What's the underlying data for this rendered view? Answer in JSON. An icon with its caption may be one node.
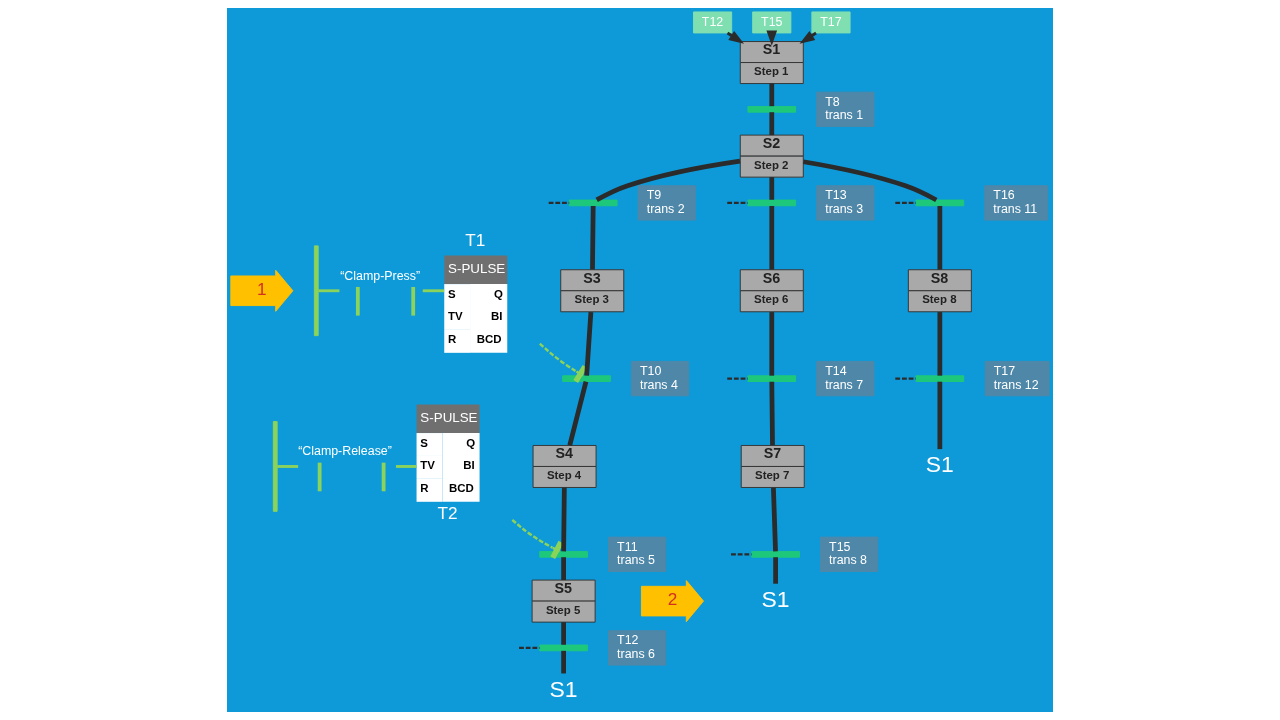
{
  "diagram": {
    "nodes": [
      {
        "text": [
          "T12"
        ]
      },
      {
        "text": [
          "T15"
        ]
      },
      {
        "text": [
          "T17"
        ]
      },
      {
        "text": [
          "S1",
          "Step 1"
        ]
      },
      {
        "text": [],
        "shape": "bar"
      },
      {
        "text": [
          "T8",
          "trans 1"
        ]
      },
      {
        "text": [
          "S2",
          "Step 2"
        ]
      },
      {
        "text": [],
        "shape": "bar"
      },
      {
        "text": [
          "T9",
          "trans 2"
        ]
      },
      {
        "text": [
          "S3",
          "Step 3"
        ]
      },
      {
        "text": [],
        "shape": "bar"
      },
      {
        "text": [
          "T10",
          "trans 4"
        ]
      },
      {
        "text": [
          "S4",
          "Step 4"
        ]
      },
      {
        "text": [],
        "shape": "bar"
      },
      {
        "text": [
          "T11",
          "trans 5"
        ]
      },
      {
        "text": [
          "S5",
          "Step 5"
        ]
      },
      {
        "text": [],
        "shape": "bar"
      },
      {
        "text": [
          "T12",
          "trans 6"
        ]
      },
      {
        "text": [
          "S1"
        ]
      },
      {
        "text": [],
        "shape": "bar"
      },
      {
        "text": [
          "T13",
          "trans 3"
        ]
      },
      {
        "text": [
          "S6",
          "Step 6"
        ]
      },
      {
        "text": [],
        "shape": "bar"
      },
      {
        "text": [
          "T14",
          "trans 7"
        ]
      },
      {
        "text": [
          "S7",
          "Step 7"
        ]
      },
      {
        "text": [],
        "shape": "bar"
      },
      {
        "text": [
          "T15",
          "trans 8"
        ]
      },
      {
        "text": [
          "S1"
        ]
      },
      {
        "text": [],
        "shape": "bar"
      },
      {
        "text": [
          "T16",
          "trans 11"
        ]
      },
      {
        "text": [
          "S8",
          "Step 8"
        ]
      },
      {
        "text": [],
        "shape": "bar"
      },
      {
        "text": [
          "T17",
          "trans 12"
        ]
      },
      {
        "text": [
          "S1"
        ]
      },
      {
        "text": [
          "1"
        ]
      },
      {
        "text": [],
        "shape": "bar"
      },
      {
        "text": [
          "“Clamp-Press”"
        ]
      },
      {
        "text": [
          "T1",
          "S-PULSE",
          "S",
          "Q",
          "TV",
          "BI",
          "R",
          "BCD"
        ]
      },
      {
        "text": [],
        "shape": "bar"
      },
      {
        "text": [
          "“Clamp-Release”"
        ]
      },
      {
        "text": [
          "S-PULSE",
          "S",
          "Q",
          "TV",
          "BI",
          "R",
          "BCD",
          "T2"
        ]
      },
      {
        "text": [
          "2"
        ]
      }
    ],
    "edges": [
      {
        "from": 0,
        "to": 3,
        "arrow": "to"
      },
      {
        "from": 1,
        "to": 3,
        "arrow": "to"
      },
      {
        "from": 2,
        "to": 3,
        "arrow": "to"
      },
      {
        "from": 3,
        "to": 4,
        "arrow": "none"
      },
      {
        "from": 4,
        "to": 6,
        "arrow": "none"
      },
      {
        "from": 6,
        "to": 7,
        "arrow": "none"
      },
      {
        "from": 7,
        "to": 9,
        "arrow": "none"
      },
      {
        "from": 9,
        "to": 10,
        "arrow": "none"
      },
      {
        "from": 10,
        "to": 12,
        "arrow": "none"
      },
      {
        "from": 12,
        "to": 13,
        "arrow": "none"
      },
      {
        "from": 13,
        "to": 15,
        "arrow": "none"
      },
      {
        "from": 15,
        "to": 16,
        "arrow": "none"
      },
      {
        "from": 16,
        "to": 18,
        "arrow": "none"
      },
      {
        "from": 6,
        "to": 19,
        "arrow": "none"
      },
      {
        "from": 19,
        "to": 21,
        "arrow": "none"
      },
      {
        "from": 21,
        "to": 22,
        "arrow": "none"
      },
      {
        "from": 22,
        "to": 24,
        "arrow": "none"
      },
      {
        "from": 24,
        "to": 25,
        "arrow": "none"
      },
      {
        "from": 25,
        "to": 27,
        "arrow": "none"
      },
      {
        "from": 6,
        "to": 28,
        "arrow": "none"
      },
      {
        "from": 28,
        "to": 30,
        "arrow": "none"
      },
      {
        "from": 30,
        "to": 31,
        "arrow": "none"
      },
      {
        "from": 31,
        "to": 33,
        "arrow": "none"
      },
      {
        "from": 35,
        "to": 36,
        "arrow": "none",
        "color": "#8bd35a"
      },
      {
        "from": 36,
        "to": 37,
        "arrow": "none",
        "color": "#8bd35a"
      },
      {
        "from": 38,
        "to": 39,
        "arrow": "none",
        "color": "#8bd35a"
      },
      {
        "from": 39,
        "to": 40,
        "arrow": "none",
        "color": "#8bd35a"
      },
      {
        "from": 37,
        "to": 10,
        "arrow": "other",
        "style": "dashed",
        "color": "#8bd35a"
      },
      {
        "from": 40,
        "to": 13,
        "arrow": "other",
        "style": "dashed",
        "color": "#8bd35a"
      },
      {
        "from": null,
        "to": 7,
        "arrow": "none",
        "style": "dashed"
      },
      {
        "from": null,
        "to": 16,
        "arrow": "none",
        "style": "dashed"
      },
      {
        "from": null,
        "to": 19,
        "arrow": "none",
        "style": "dashed"
      },
      {
        "from": null,
        "to": 22,
        "arrow": "none",
        "style": "dashed"
      },
      {
        "from": null,
        "to": 25,
        "arrow": "none",
        "style": "dashed"
      },
      {
        "from": null,
        "to": 28,
        "arrow": "none",
        "style": "dashed"
      },
      {
        "from": null,
        "to": 31,
        "arrow": "none",
        "style": "dashed"
      }
    ]
  }
}
